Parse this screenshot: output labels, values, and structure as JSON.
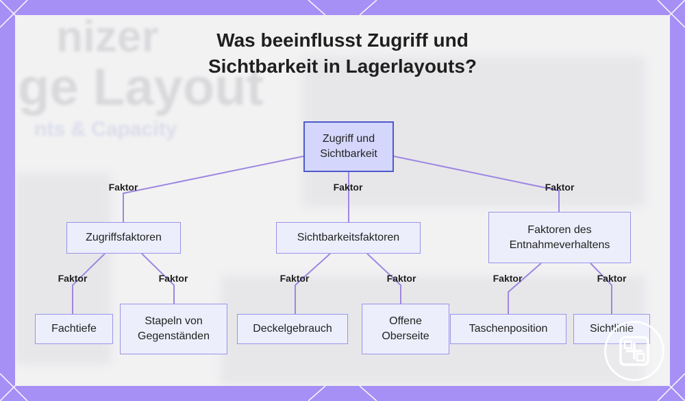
{
  "title": {
    "line1": "Was beeinflusst Zugriff und",
    "line2": "Sichtbarkeit in Lagerlayouts?"
  },
  "background_text": {
    "line1": "nizer",
    "line2": "ge Layout",
    "line3": "nts & Capacity"
  },
  "diagram": {
    "root": {
      "lines": [
        "Zugriff und",
        "Sichtbarkeit"
      ]
    },
    "edge_label": "Faktor",
    "categories": [
      {
        "id": "access",
        "lines": [
          "Zugriffsfaktoren"
        ],
        "children": [
          {
            "lines": [
              "Fachtiefe"
            ]
          },
          {
            "lines": [
              "Stapeln von",
              "Gegenständen"
            ]
          }
        ]
      },
      {
        "id": "visibility",
        "lines": [
          "Sichtbarkeitsfaktoren"
        ],
        "children": [
          {
            "lines": [
              "Deckelgebrauch"
            ]
          },
          {
            "lines": [
              "Offene",
              "Oberseite"
            ]
          }
        ]
      },
      {
        "id": "picking",
        "lines": [
          "Faktoren des",
          "Entnahmeverhaltens"
        ],
        "children": [
          {
            "lines": [
              "Taschenposition"
            ]
          },
          {
            "lines": [
              "Sichtlinie"
            ]
          }
        ]
      }
    ]
  },
  "colors": {
    "frame": "#a68ff5",
    "edge": "#9d86e0",
    "root_fill": "#d4d7fb",
    "root_border": "#4f58c9",
    "node_fill": "#eceefb",
    "node_border": "#9a92e8"
  },
  "icons": {
    "badge": "grid-logo-icon"
  }
}
